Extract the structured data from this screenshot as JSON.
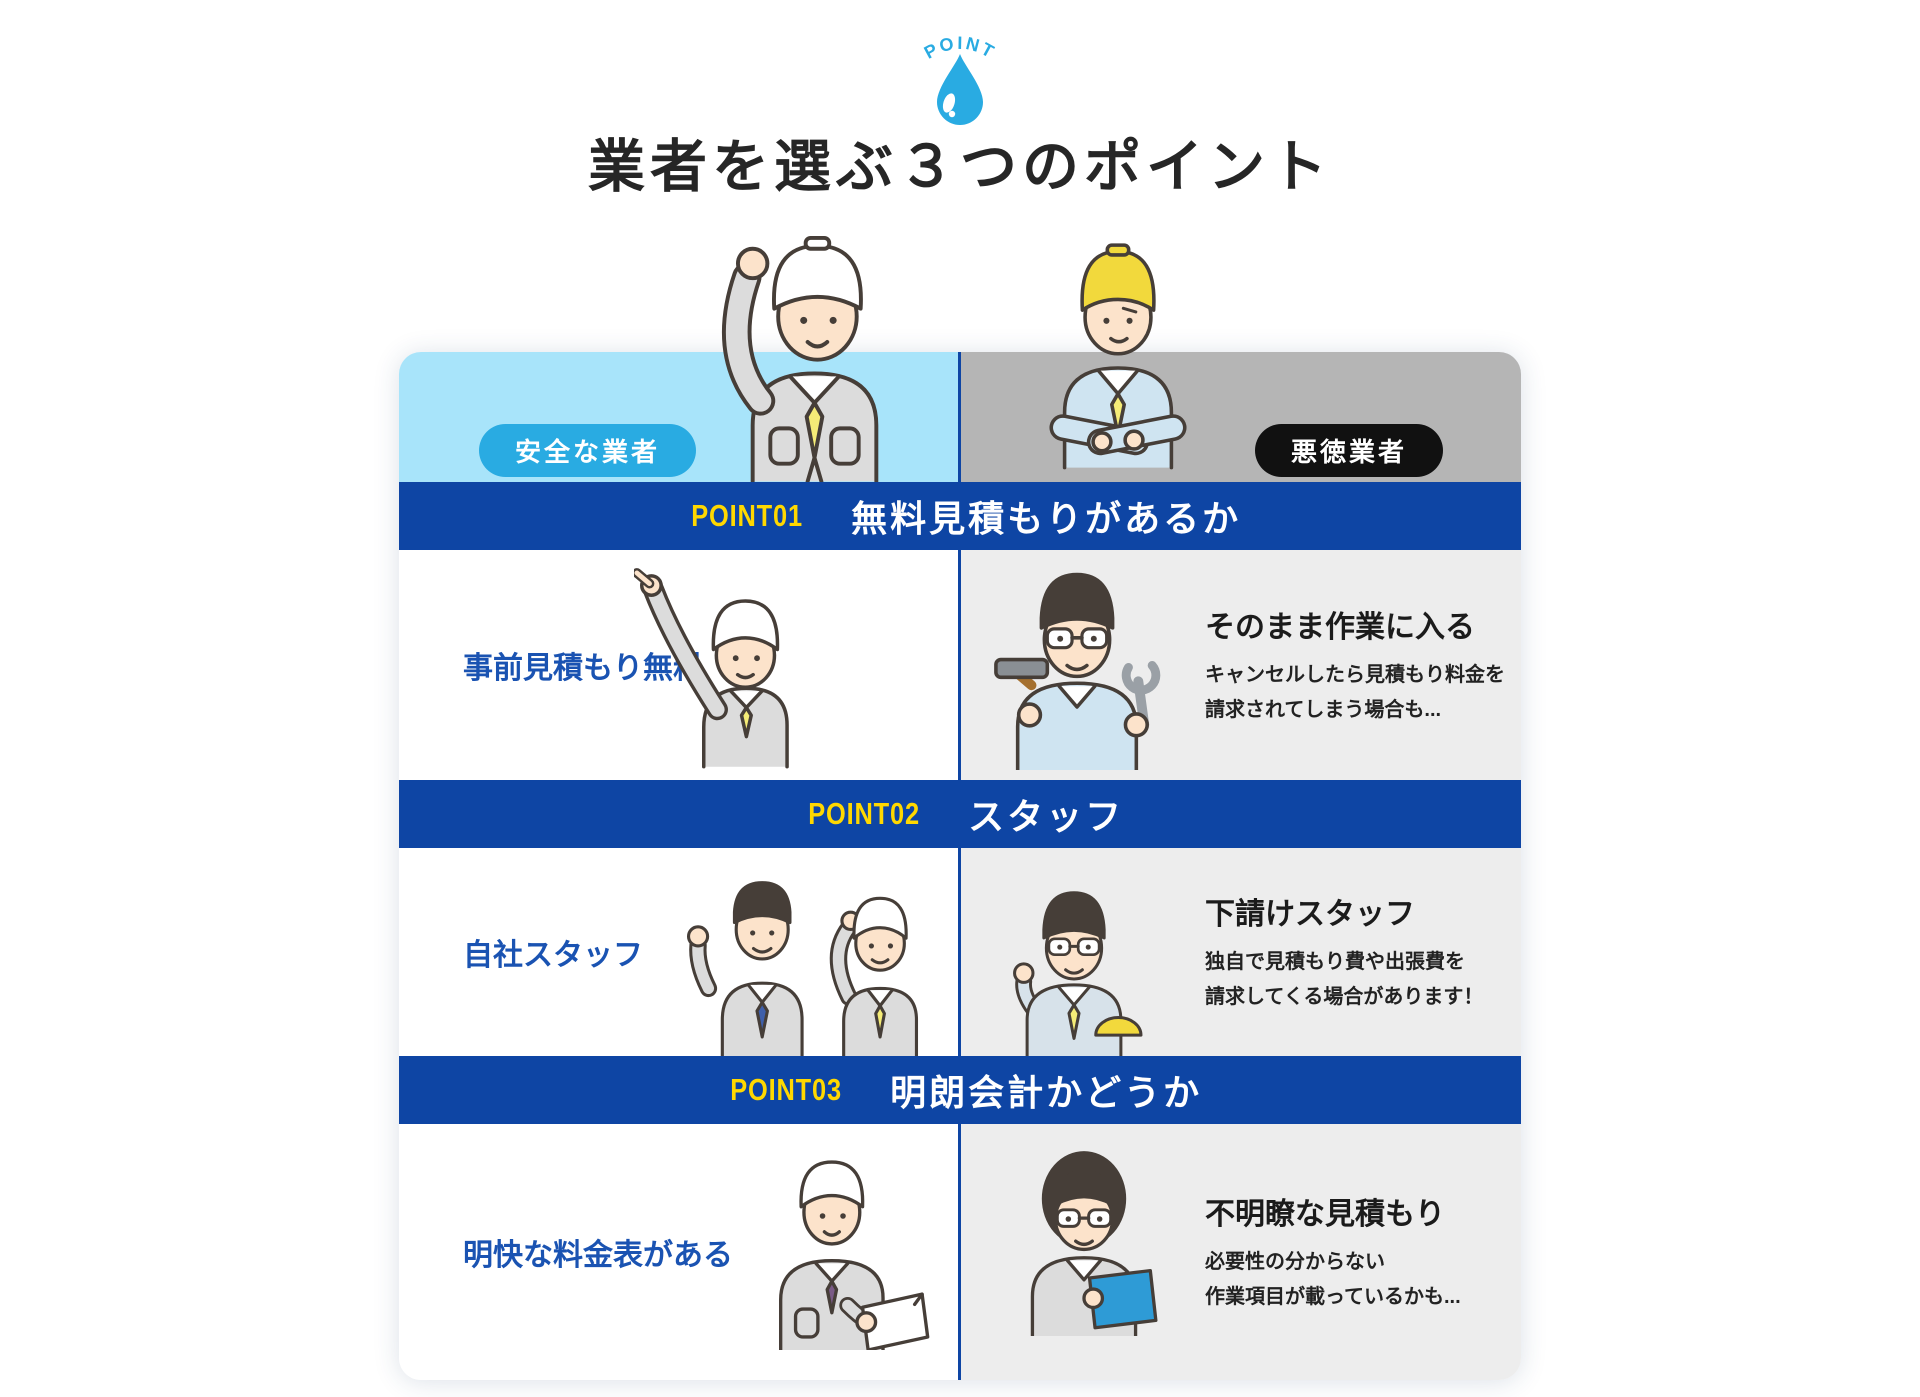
{
  "header": {
    "eyebrow": "POINT",
    "title": "業者を選ぶ３つのポイント"
  },
  "comparison": {
    "safe_label": "安全な業者",
    "bad_label": "悪徳業者",
    "points": [
      {
        "badge": "POINT01",
        "heading": "無料見積もりがあるか",
        "safe_text": "事前見積もり無料",
        "bad_heading": "そのまま作業に入る",
        "bad_body_line1": "キャンセルしたら見積もり料金を",
        "bad_body_line2": "請求されてしまう場合も..."
      },
      {
        "badge": "POINT02",
        "heading": "スタッフ",
        "safe_text": "自社スタッフ",
        "bad_heading": "下請けスタッフ",
        "bad_body_line1": "独自で見積もり費や出張費を",
        "bad_body_line2": "請求してくる場合があります！"
      },
      {
        "badge": "POINT03",
        "heading": "明朗会計かどうか",
        "safe_text": "明快な料金表がある",
        "bad_heading": "不明瞭な見積もり",
        "bad_body_line1": "必要性の分からない",
        "bad_body_line2": "作業項目が載っているかも..."
      }
    ]
  },
  "colors": {
    "accent_blue": "#29abe2",
    "bar_blue": "#0e45a4",
    "light_blue_header": "#a8e4fa",
    "gray_header": "#b5b5b5",
    "badge_black": "#111111",
    "point_label_yellow": "#ffd800",
    "safe_text_blue": "#1a53b2",
    "bad_cell_bg": "#ededed"
  }
}
